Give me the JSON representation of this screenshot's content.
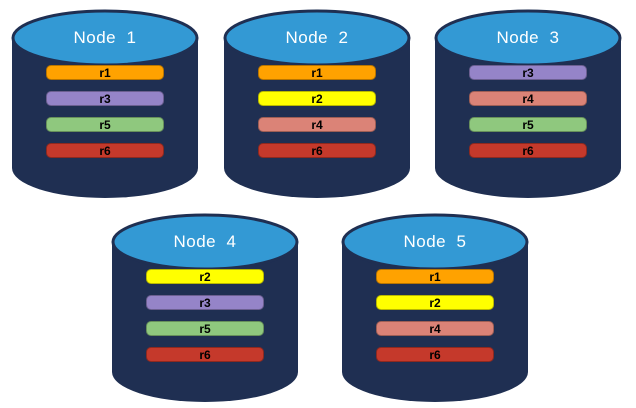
{
  "nodes": [
    {
      "label": "Node  1",
      "replicas": [
        "r1",
        "r3",
        "r5",
        "r6"
      ]
    },
    {
      "label": "Node  2",
      "replicas": [
        "r1",
        "r2",
        "r4",
        "r6"
      ]
    },
    {
      "label": "Node  3",
      "replicas": [
        "r3",
        "r4",
        "r5",
        "r6"
      ]
    },
    {
      "label": "Node  4",
      "replicas": [
        "r2",
        "r3",
        "r5",
        "r6"
      ]
    },
    {
      "label": "Node  5",
      "replicas": [
        "r1",
        "r2",
        "r4",
        "r6"
      ]
    }
  ],
  "replica_colors": {
    "r1": "#FFA200",
    "r2": "#FFFF00",
    "r3": "#9584C8",
    "r4": "#DB8377",
    "r5": "#8FC87E",
    "r6": "#C5392B"
  },
  "colors": {
    "cylinder_body": "#1F2F52",
    "cylinder_top": "#3399D4",
    "node_title_text": "#FFFFFF",
    "replica_label_text": "#000000",
    "background": "#FFFFFF"
  }
}
